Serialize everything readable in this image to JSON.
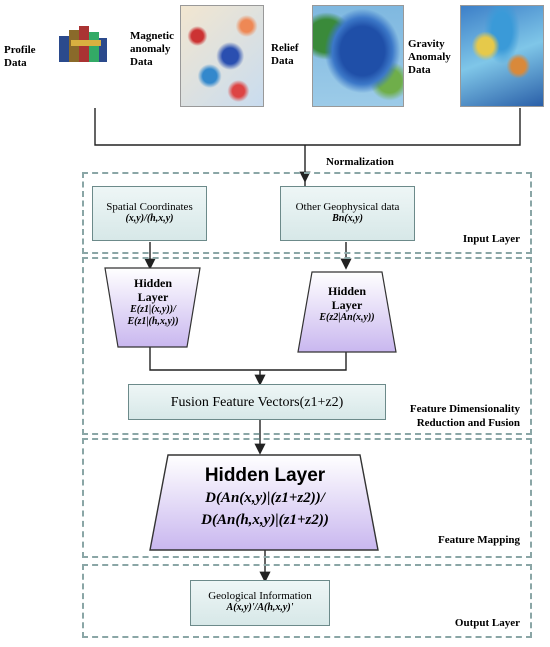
{
  "inputs": {
    "profile": "Profile\nData",
    "magnetic": "Magnetic\nanomaly\nData",
    "relief": "Relief\nData",
    "gravity": "Gravity\nAnomaly\nData"
  },
  "normalization": "Normalization",
  "input_layer": {
    "label": "Input Layer",
    "spatial_title": "Spatial Coordinates",
    "spatial_sub": "(x,y)/(h,x,y)",
    "other_title": "Other Geophysical data",
    "other_sub": "Bn(x,y)"
  },
  "hidden_left": {
    "title1": "Hidden",
    "title2": "Layer",
    "f1": "E(z1|(x,y))/",
    "f2": "E(z1|(h,x,y))"
  },
  "hidden_right": {
    "title1": "Hidden",
    "title2": "Layer",
    "f1": "E(z2|An(x,y))"
  },
  "fusion": "Fusion Feature Vectors(z1+z2)",
  "feature_dim_label": "Feature Dimensionality\nReduction and Fusion",
  "hidden_big": {
    "title": "Hidden Layer",
    "f1": "D(An(x,y)|(z1+z2))/",
    "f2": "D(An(h,x,y)|(z1+z2))"
  },
  "feature_mapping_label": "Feature Mapping",
  "output": {
    "title": "Geological Information",
    "sub": "A(x,y)'/A(h,x,y)'"
  },
  "output_layer_label": "Output Layer"
}
